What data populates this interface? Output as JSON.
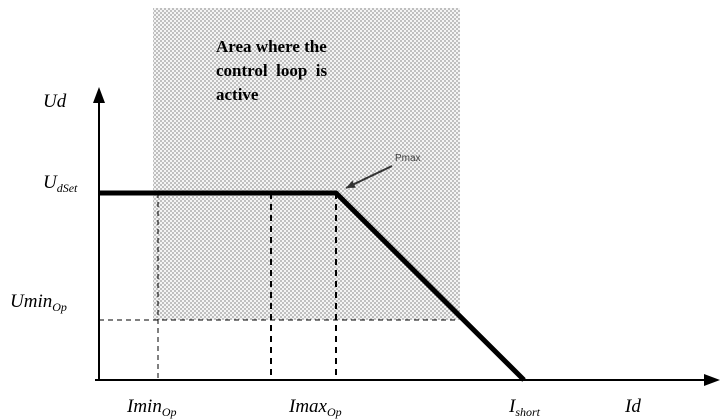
{
  "area_text": {
    "line1": "Area where the",
    "line2": "control  loop  is",
    "line3": "active"
  },
  "labels": {
    "ud": "Ud",
    "id": "Id",
    "udset_main": "U",
    "udset_sub": "dSet",
    "umin_main": "Umin",
    "umin_sub": "Op",
    "imin_main": "Imin",
    "imin_sub": "Op",
    "imax_main": "Imax",
    "imax_sub": "Op",
    "ishort_main": "I",
    "ishort_sub": "short",
    "pmax": "Pmax"
  },
  "colors": {
    "line": "#000000",
    "shade": "#bdbdbd"
  }
}
